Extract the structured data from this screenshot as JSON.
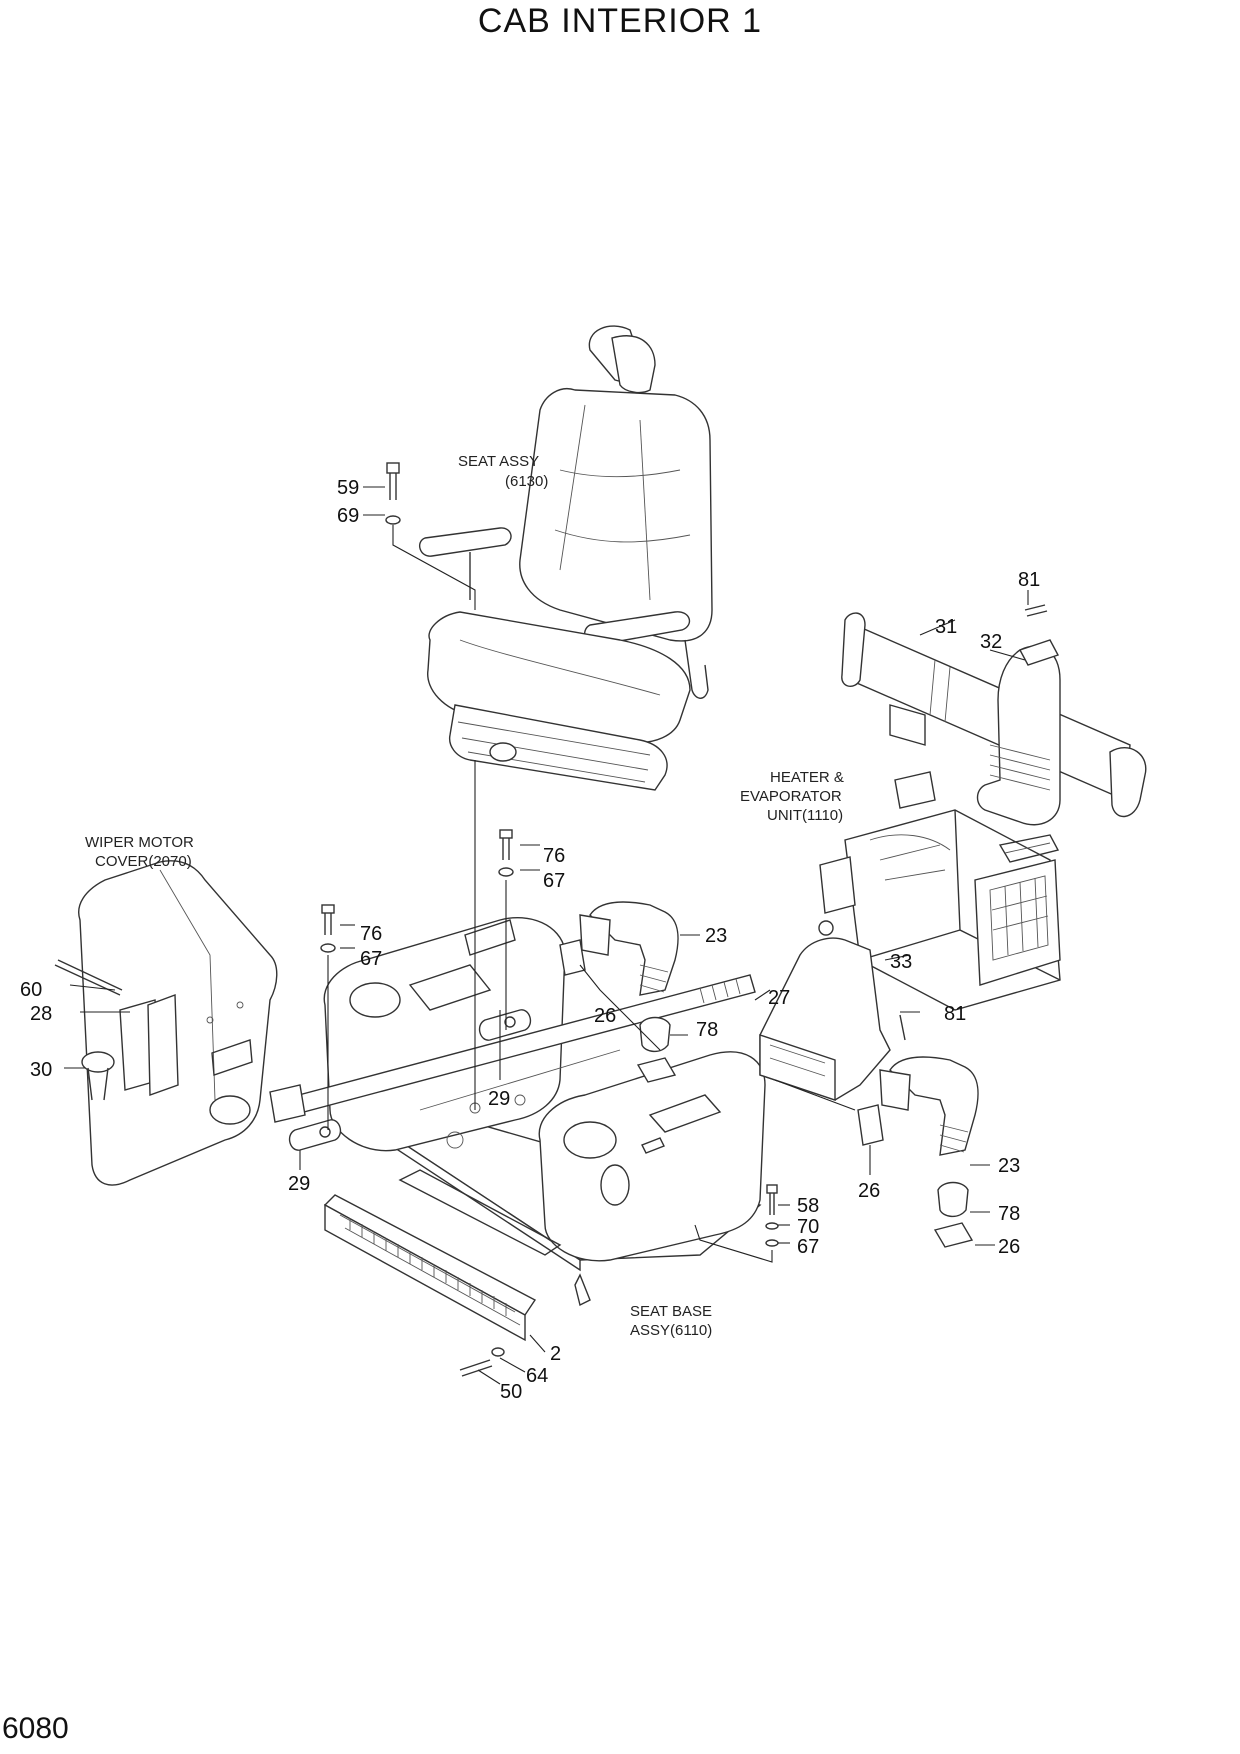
{
  "title": "CAB INTERIOR 1",
  "page_number": "6080",
  "notes": {
    "seat_assy": [
      "SEAT ASSY",
      "(6130)"
    ],
    "heater": [
      "HEATER &",
      "EVAPORATOR",
      "UNIT(1110)"
    ],
    "wiper": [
      "WIPER MOTOR",
      "COVER(2070)"
    ],
    "seat_base": [
      "SEAT BASE",
      "ASSY(6110)"
    ]
  },
  "callouts": [
    "59",
    "69",
    "81",
    "31",
    "32",
    "76",
    "67",
    "76",
    "67",
    "60",
    "28",
    "30",
    "23",
    "26",
    "27",
    "78",
    "33",
    "81",
    "29",
    "29",
    "23",
    "26",
    "58",
    "70",
    "67",
    "78",
    "26",
    "2",
    "64",
    "50"
  ]
}
